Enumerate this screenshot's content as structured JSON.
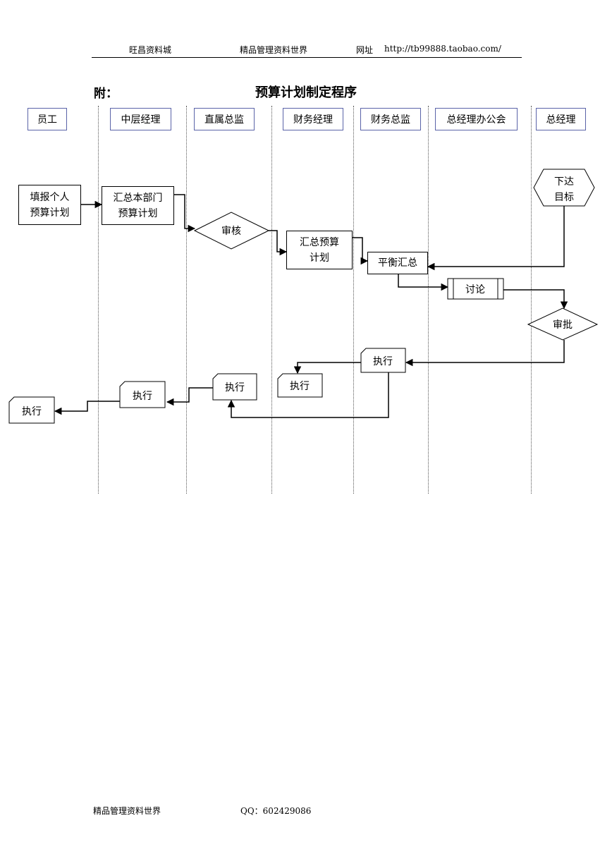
{
  "header": {
    "company": "旺昌资料城",
    "slogan": "精品管理资料世界",
    "site_label": "网址",
    "site_url": "http://tb99888.taobao.com/"
  },
  "title_prefix": "附：",
  "title": "预算计划制定程序",
  "lanes": [
    "员工",
    "中层经理",
    "直属总监",
    "财务经理",
    "财务总监",
    "总经理办公会",
    "总经理"
  ],
  "nodes": {
    "fill_personal_line1": "填报个人",
    "fill_personal_line2": "预算计划",
    "dept_summary_line1": "汇总本部门",
    "dept_summary_line2": "预算计划",
    "review": "审核",
    "budget_summary_line1": "汇总预算",
    "budget_summary_line2": "计划",
    "balance_summary": "平衡汇总",
    "discussion": "讨论",
    "target_line1": "下达",
    "target_line2": "目标",
    "approve": "审批",
    "execute": "执行"
  },
  "footer": {
    "slogan": "精品管理资料世界",
    "qq": "QQ：602429086"
  }
}
